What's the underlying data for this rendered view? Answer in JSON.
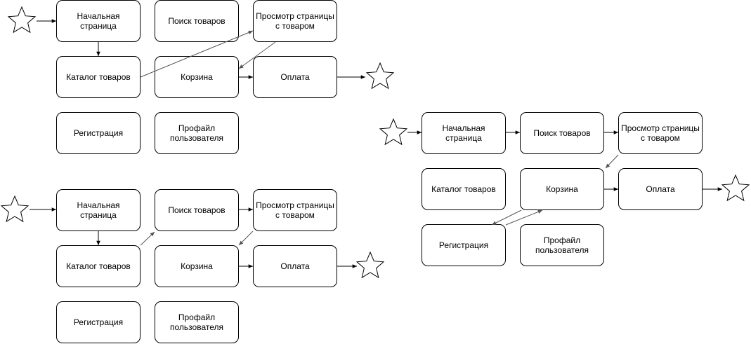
{
  "labels": {
    "home": "Начальная страница",
    "search": "Поиск товаров",
    "product": "Просмотр страницы с товаром",
    "catalog": "Каталог товаров",
    "cart": "Корзина",
    "payment": "Оплата",
    "registration": "Регистрация",
    "profile": "Профайл пользователя"
  },
  "diagrams": [
    {
      "id": "flow-a",
      "nodes": [
        "home",
        "search",
        "product",
        "catalog",
        "cart",
        "payment",
        "registration",
        "profile"
      ],
      "path": [
        "start",
        "home",
        "catalog",
        "product",
        "cart",
        "payment",
        "end"
      ]
    },
    {
      "id": "flow-b",
      "nodes": [
        "home",
        "search",
        "product",
        "catalog",
        "cart",
        "payment",
        "registration",
        "profile"
      ],
      "path": [
        "start",
        "home",
        "catalog",
        "search",
        "product",
        "cart",
        "payment",
        "end"
      ]
    },
    {
      "id": "flow-c",
      "nodes": [
        "home",
        "search",
        "product",
        "catalog",
        "cart",
        "payment",
        "registration",
        "profile"
      ],
      "path": [
        "start",
        "home",
        "search",
        "product",
        "cart",
        "registration",
        "cart",
        "payment",
        "end"
      ]
    }
  ],
  "colors": {
    "stroke": "#000000",
    "diagonal_arrow": "#555555",
    "background": "#ffffff"
  }
}
